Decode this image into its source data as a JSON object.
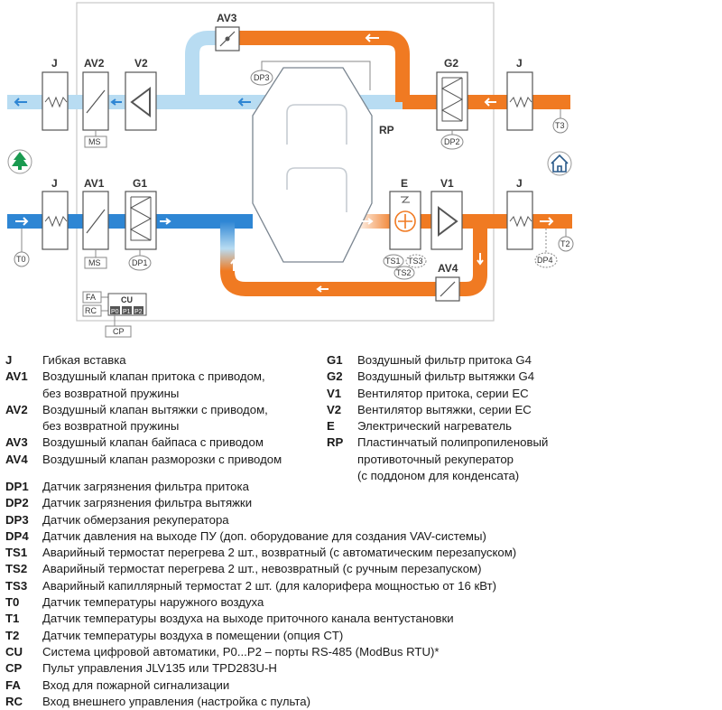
{
  "diagram": {
    "components": {
      "av3": "AV3",
      "dp3": "DP3",
      "rp": "RP",
      "g2": "G2",
      "dp2": "DP2",
      "j_top_left": "J",
      "av2": "AV2",
      "v2": "V2",
      "ms_top": "MS",
      "j_top_right": "J",
      "t3": "T3",
      "j_bottom_left": "J",
      "av1": "AV1",
      "g1": "G1",
      "dp1": "DP1",
      "ms_bottom": "MS",
      "t0": "T0",
      "e": "E",
      "v1": "V1",
      "ts1": "TS1",
      "ts3": "TS3",
      "ts2": "TS2",
      "j_bottom_right": "J",
      "t2": "T2",
      "dp4": "DP4",
      "av4": "AV4",
      "cu": "CU",
      "fa": "FA",
      "rc": "RC",
      "p0": "P0",
      "p1": "P1",
      "p2": "P2",
      "cp": "CP"
    },
    "icons": {
      "outdoor": "tree-icon",
      "indoor": "house-icon"
    },
    "colors": {
      "supply_cold": "#2e86d4",
      "extract_light": "#b8dcf2",
      "warm": "#f07a22",
      "frame": "#c8c8c8"
    }
  },
  "legend": {
    "left": [
      {
        "code": "J",
        "lines": [
          "Гибкая вставка"
        ]
      },
      {
        "code": "AV1",
        "lines": [
          "Воздушный клапан притока с приводом,",
          "без возвратной пружины"
        ]
      },
      {
        "code": "AV2",
        "lines": [
          "Воздушный клапан вытяжки с приводом,",
          " без  возвратной пружины"
        ]
      },
      {
        "code": "AV3",
        "lines": [
          "Воздушный клапан байпаса с приводом"
        ]
      },
      {
        "code": "AV4",
        "lines": [
          "Воздушный клапан разморозки с приводом"
        ]
      }
    ],
    "right": [
      {
        "code": "G1",
        "lines": [
          "Воздушный фильтр притока G4"
        ]
      },
      {
        "code": "G2",
        "lines": [
          "Воздушный фильтр вытяжки G4"
        ]
      },
      {
        "code": "V1",
        "lines": [
          "Вентилятор притока, серии ЕС"
        ]
      },
      {
        "code": "V2",
        "lines": [
          "Вентилятор вытяжки, серии ЕС"
        ]
      },
      {
        "code": "E",
        "lines": [
          "Электрический нагреватель"
        ]
      },
      {
        "code": "RP",
        "lines": [
          "Пластинчатый полипропиленовый",
          "противоточный рекуператор",
          "(с поддоном для конденсата)"
        ]
      }
    ],
    "bottom": [
      {
        "code": "DP1",
        "text": "Датчик загрязнения фильтра притока"
      },
      {
        "code": "DP2",
        "text": "Датчик загрязнения фильтра вытяжки"
      },
      {
        "code": "DP3",
        "text": "Датчик обмерзания рекуператора"
      },
      {
        "code": "DP4",
        "text": "Датчик давления на выходе ПУ (доп. оборудование для создания VAV-системы)"
      },
      {
        "code": "TS1",
        "text": "Аварийный термостат перегрева 2 шт., возвратный (с автоматическим перезапуском)"
      },
      {
        "code": "TS2",
        "text": "Аварийный термостат перегрева 2 шт., невозвратный (с ручным перезапуском)"
      },
      {
        "code": "TS3",
        "text": "Аварийный капиллярный термостат 2 шт. (для калорифера мощностью от 16 кВт)"
      },
      {
        "code": "T0",
        "text": "Датчик температуры наружного воздуха"
      },
      {
        "code": "T1",
        "text": "Датчик температуры воздуха на выходе приточного канала вентустановки"
      },
      {
        "code": "T2",
        "text": "Датчик температуры воздуха в помещении (опция CT)"
      },
      {
        "code": "CU",
        "text": "Система цифровой автоматики, Р0...Р2 – порты RS-485 (ModBus RTU)*"
      },
      {
        "code": "CP",
        "text": "Пульт управления JLV135 или TPD283U-H"
      },
      {
        "code": "FA",
        "text": "Вход для пожарной сигнализации"
      },
      {
        "code": "RC",
        "text": "Вход внешнего управления (настройка с пульта)"
      }
    ]
  }
}
